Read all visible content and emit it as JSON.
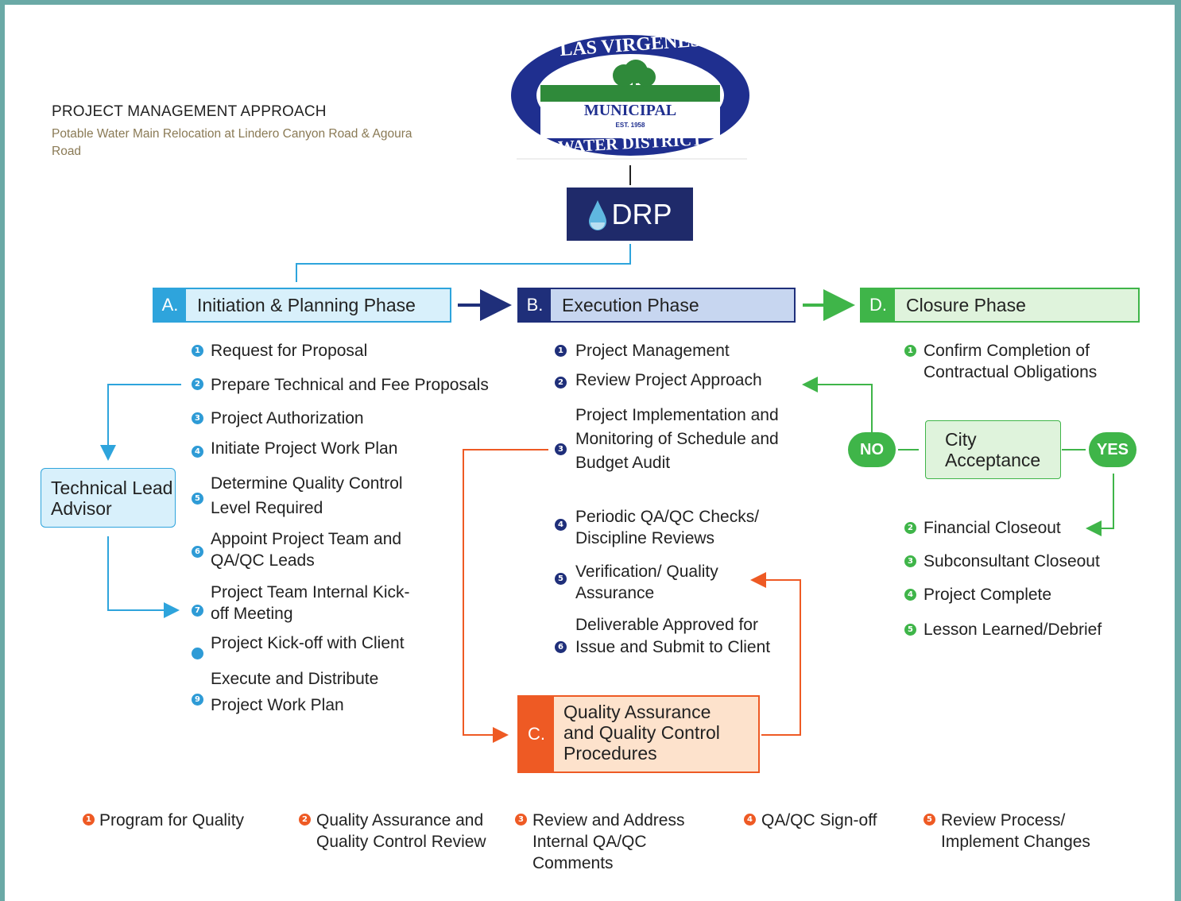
{
  "header": {
    "title": "PROJECT MANAGEMENT APPROACH",
    "subtitle": "Potable Water Main Relocation at Lindero Canyon Road & Agoura Road"
  },
  "logo": {
    "top_text": "LAS VIRGENES",
    "middle_text": "MUNICIPAL",
    "est_text": "EST. 1958",
    "bottom_text": "WATER DISTRICT"
  },
  "drp": {
    "label": "DRP"
  },
  "phases": {
    "a": {
      "tag": "A.",
      "label": "Initiation & Planning Phase"
    },
    "b": {
      "tag": "B.",
      "label": "Execution Phase"
    },
    "c": {
      "tag": "C.",
      "label": "Quality Assurance and Quality Control Procedures"
    },
    "d": {
      "tag": "D.",
      "label": "Closure Phase"
    }
  },
  "phase_a_items": [
    {
      "num": "1",
      "label": "Request for Proposal"
    },
    {
      "num": "2",
      "label": "Prepare Technical and Fee Proposals"
    },
    {
      "num": "3",
      "label": "Project Authorization"
    },
    {
      "num": "4",
      "label": "Initiate Project Work Plan"
    },
    {
      "num": "5",
      "label": "Determine Quality Control Level Required"
    },
    {
      "num": "6",
      "label": "Appoint Project Team and QA/QC Leads"
    },
    {
      "num": "7",
      "label": "Project Team Internal Kick-off Meeting"
    },
    {
      "num": "",
      "label": "Project Kick-off with Client"
    },
    {
      "num": "9",
      "label": "Execute and Distribute Project Work Plan"
    }
  ],
  "technical_lead": {
    "label": "Technical Lead Advisor"
  },
  "phase_b_items": [
    {
      "num": "1",
      "label": "Project Management"
    },
    {
      "num": "2",
      "label": "Review Project Approach"
    },
    {
      "num": "3",
      "label": "Project Implementation and Monitoring of Schedule and Budget Audit"
    },
    {
      "num": "4",
      "label": "Periodic QA/QC Checks/ Discipline Reviews"
    },
    {
      "num": "5",
      "label": "Verification/ Quality Assurance"
    },
    {
      "num": "6",
      "label": "Deliverable Approved for Issue and Submit to Client"
    }
  ],
  "phase_d_items": [
    {
      "num": "1",
      "label": "Confirm Completion of Contractual Obligations"
    },
    {
      "num": "2",
      "label": "Financial Closeout"
    },
    {
      "num": "3",
      "label": "Subconsultant Closeout"
    },
    {
      "num": "4",
      "label": "Project Complete"
    },
    {
      "num": "5",
      "label": "Lesson Learned/Debrief"
    }
  ],
  "decision": {
    "label": "City Acceptance",
    "no": "NO",
    "yes": "YES"
  },
  "qa_legend": [
    {
      "num": "1",
      "label": "Program for Quality"
    },
    {
      "num": "2",
      "label": "Quality Assurance and Quality Control Review"
    },
    {
      "num": "3",
      "label": "Review and Address Internal QA/QC Comments"
    },
    {
      "num": "4",
      "label": "QA/QC Sign-off"
    },
    {
      "num": "5",
      "label": "Review Process/ Implement Changes"
    }
  ],
  "colors": {
    "phase_a": "#2ea4dc",
    "phase_b": "#1f2f7a",
    "phase_c": "#ee5a24",
    "phase_d": "#3fb549",
    "frame": "#6aa9a6"
  }
}
